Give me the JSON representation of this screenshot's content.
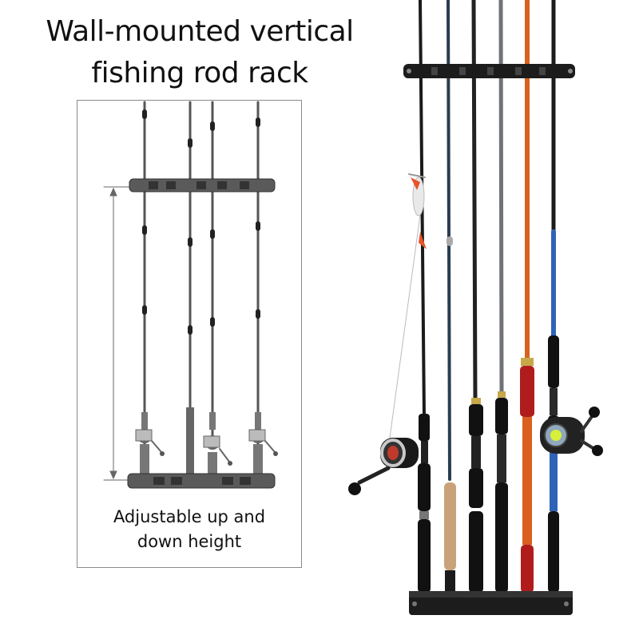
{
  "title": {
    "line1": "Wall-mounted vertical",
    "line2": "fishing rod rack"
  },
  "diagram": {
    "caption_line1": "Adjustable up and",
    "caption_line2": "down height",
    "rod_count": 4
  },
  "photo": {
    "rod_count": 6,
    "rod_colors": [
      "#1b1b1b",
      "#2a3d4f",
      "#222222",
      "#6f7378",
      "#d9601e",
      "#2f63b8"
    ],
    "rack_color": "#1c1c1c",
    "cork_color": "#caa27a"
  }
}
